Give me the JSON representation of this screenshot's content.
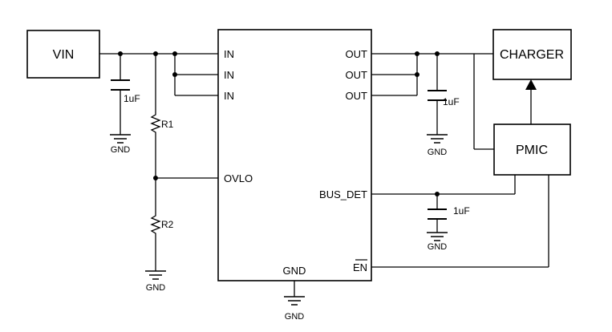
{
  "blocks": {
    "vin": "VIN",
    "charger": "CHARGER",
    "pmic": "PMIC"
  },
  "ic_pins": {
    "in_1": "IN",
    "in_2": "IN",
    "in_3": "IN",
    "ovlo": "OVLO",
    "out_1": "OUT",
    "out_2": "OUT",
    "out_3": "OUT",
    "bus_det": "BUS_DET",
    "en": "EN",
    "gnd": "GND"
  },
  "components": {
    "cap_in": "1uF",
    "cap_out": "1uF",
    "cap_bus_det": "1uF",
    "r1": "R1",
    "r2": "R2"
  },
  "grounds": {
    "gnd_cap_in": "GND",
    "gnd_r2": "GND",
    "gnd_ic": "GND",
    "gnd_cap_out": "GND",
    "gnd_cap_bus_det": "GND"
  }
}
